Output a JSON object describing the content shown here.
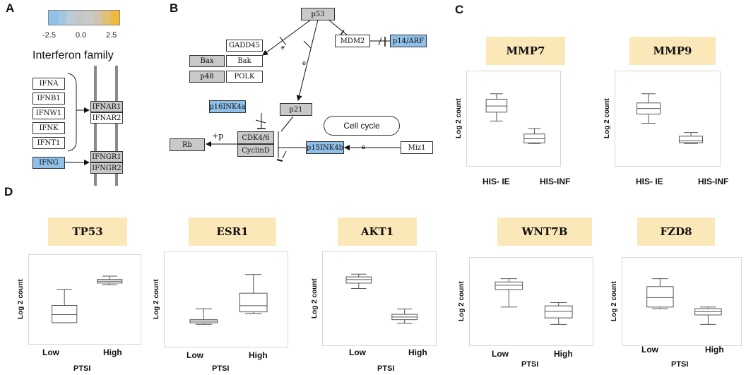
{
  "panels": {
    "a": "A",
    "b": "B",
    "c": "C",
    "d": "D"
  },
  "legend": {
    "ticks": [
      "-2.5",
      "0.0",
      "2.5"
    ],
    "colors": [
      "#8ec2ec",
      "#a3c6e4",
      "#bccbd8",
      "#c6c6c6",
      "#c9c9c9",
      "#cfc4ae",
      "#e2bf72",
      "#f0b93a"
    ]
  },
  "interferon": {
    "title": "Interferon family",
    "ligands": [
      "IFNA",
      "IFNB1",
      "IFNW1",
      "IFNK",
      "IFNT1"
    ],
    "ifng": "IFNG",
    "receptors1": [
      "IFNAR1",
      "IFNAR2"
    ],
    "receptors2": [
      "IFNGR1",
      "IFNGR2"
    ]
  },
  "pathway": {
    "p53": "p53",
    "gadd45": "GADD45",
    "bax": "Bax",
    "bak": "Bak",
    "p48": "p48",
    "polk": "POLK",
    "mdm2": "MDM2",
    "p14arf": "p14/ARF",
    "p21": "p21",
    "p16": "p16INK4a",
    "cdk46": "CDK4/6",
    "cyclind": "CyclinD",
    "rb": "Rb",
    "plusp": "+p",
    "cellcycle": "Cell cycle",
    "p15": "p15INK4b",
    "miz1": "Miz1",
    "e": "e"
  },
  "axis_label": "Log 2 count",
  "group_label": "PTSI",
  "chart_data": [
    {
      "type": "box",
      "title": "MMP7",
      "categories": [
        "HIS- IE",
        "HIS-INF"
      ],
      "boxes": [
        {
          "min": 11.2,
          "q1": 11.85,
          "median": 12.3,
          "q3": 12.8,
          "max": 13.2
        },
        {
          "min": 9.55,
          "q1": 9.6,
          "median": 9.9,
          "q3": 10.25,
          "max": 10.65
        }
      ]
    },
    {
      "type": "box",
      "title": "MMP9",
      "categories": [
        "HIS- IE",
        "HIS-INF"
      ],
      "boxes": [
        {
          "min": 11.0,
          "q1": 11.5,
          "median": 11.8,
          "q3": 12.1,
          "max": 12.6
        },
        {
          "min": 9.9,
          "q1": 9.95,
          "median": 10.05,
          "q3": 10.3,
          "max": 10.5
        }
      ]
    },
    {
      "type": "box",
      "title": "TP53",
      "categories": [
        "Low",
        "High"
      ],
      "boxes": [
        {
          "min": 8.9,
          "q1": 8.9,
          "median": 9.25,
          "q3": 9.65,
          "max": 10.35
        },
        {
          "min": 10.55,
          "q1": 10.62,
          "median": 10.7,
          "q3": 10.78,
          "max": 10.92
        }
      ]
    },
    {
      "type": "box",
      "title": "ESR1",
      "categories": [
        "Low",
        "High"
      ],
      "boxes": [
        {
          "min": 5.2,
          "q1": 5.3,
          "median": 5.4,
          "q3": 5.5,
          "max": 6.2
        },
        {
          "min": 5.9,
          "q1": 6.0,
          "median": 6.4,
          "q3": 7.2,
          "max": 8.4
        }
      ]
    },
    {
      "type": "box",
      "title": "AKT1",
      "categories": [
        "Low",
        "High"
      ],
      "boxes": [
        {
          "min": 11.77,
          "q1": 11.83,
          "median": 11.87,
          "q3": 11.9,
          "max": 11.93
        },
        {
          "min": 11.38,
          "q1": 11.42,
          "median": 11.45,
          "q3": 11.48,
          "max": 11.54
        }
      ]
    },
    {
      "type": "box",
      "title": "WNT7B",
      "categories": [
        "Low",
        "High"
      ],
      "boxes": [
        {
          "min": 8.5,
          "q1": 9.3,
          "median": 9.5,
          "q3": 9.65,
          "max": 9.8
        },
        {
          "min": 7.7,
          "q1": 8.0,
          "median": 8.3,
          "q3": 8.55,
          "max": 8.7
        }
      ]
    },
    {
      "type": "box",
      "title": "FZD8",
      "categories": [
        "Low",
        "High"
      ],
      "boxes": [
        {
          "min": 8.15,
          "q1": 8.2,
          "median": 8.5,
          "q3": 8.85,
          "max": 9.1
        },
        {
          "min": 7.65,
          "q1": 7.95,
          "median": 8.05,
          "q3": 8.15,
          "max": 8.2
        }
      ]
    }
  ]
}
